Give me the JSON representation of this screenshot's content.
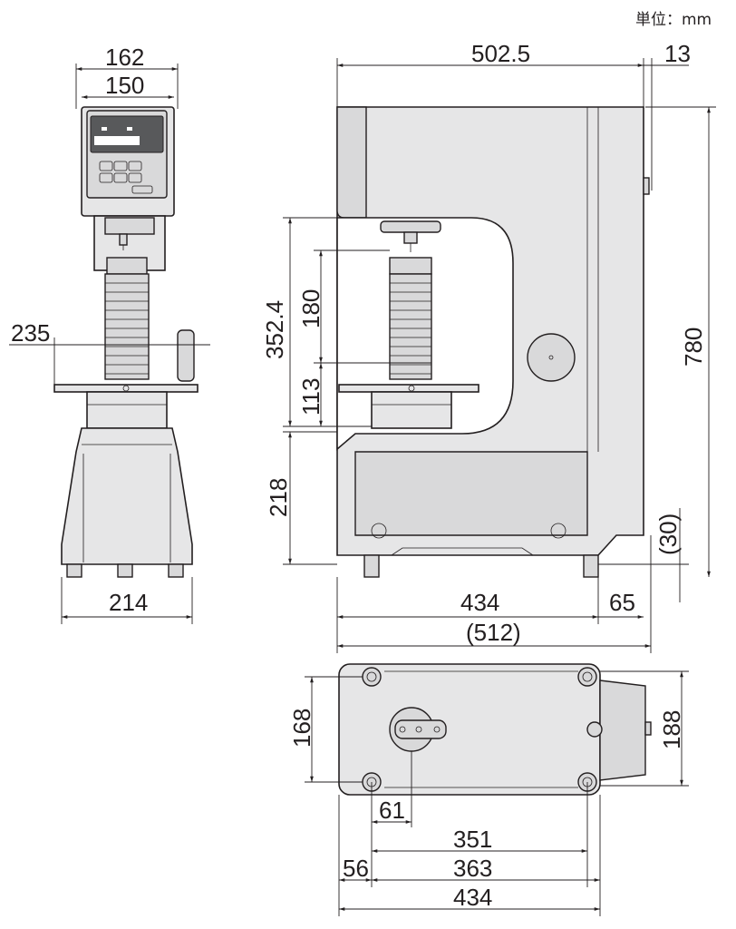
{
  "unit_label": "単位：mm",
  "front_view": {
    "width_outer": "162",
    "width_inner": "150",
    "side_offset": "235",
    "base_width": "214"
  },
  "side_view": {
    "depth_top": "502.5",
    "knob_depth": "13",
    "total_height": "780",
    "max_test_height": "352.4",
    "bellows_height": "180",
    "table_height": "113",
    "base_height": "218",
    "foot_height": "(30)",
    "base_depth": "434",
    "rear_extension": "65",
    "overall_depth": "(512)"
  },
  "top_view": {
    "width_168": "168",
    "width_188": "188",
    "dim_61": "61",
    "dim_351": "351",
    "dim_56": "56",
    "dim_363": "363",
    "dim_434": "434"
  },
  "colors": {
    "body": "#e6e6e7",
    "line": "#231f20",
    "display": "#58595b"
  }
}
